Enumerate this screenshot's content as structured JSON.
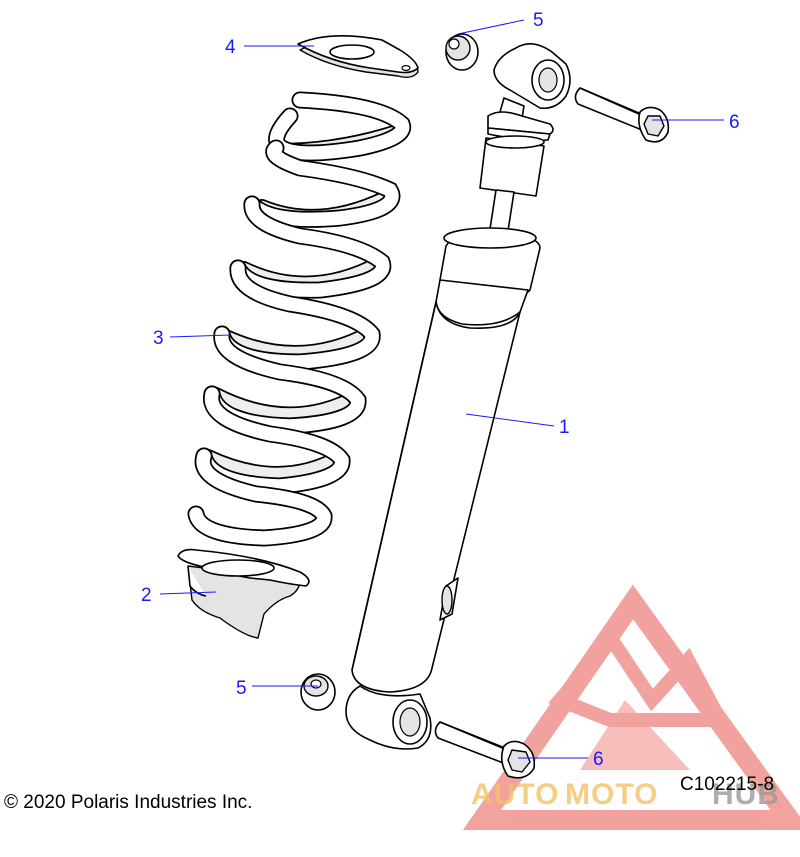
{
  "callouts": {
    "shock_absorber": "1",
    "lower_spring_seat": "2",
    "spring": "3",
    "upper_spring_retainer": "4",
    "bushing_top": "5",
    "bushing_bottom": "5",
    "bolt_top": "6",
    "bolt_bottom": "6"
  },
  "footer": {
    "copyright": "© 2020 Polaris Industries Inc.",
    "drawing_id": "C102215-8"
  },
  "watermark": {
    "text_auto": "AUTO",
    "text_moto": "MOTO",
    "text_hub": "HUB",
    "colors": {
      "logo": "#e8574f",
      "text": "#f2c36a"
    }
  },
  "colors": {
    "callout": "#1a1aff",
    "line_art": "#000000"
  }
}
